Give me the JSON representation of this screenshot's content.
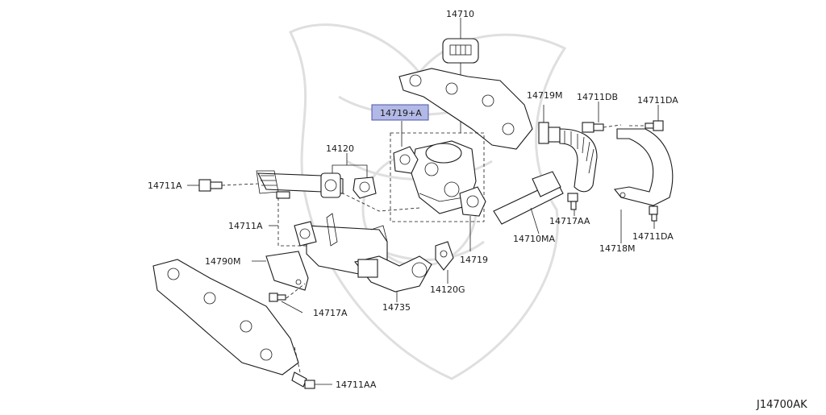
{
  "diagram": {
    "code": "J14700AK",
    "highlight_color": "#b3b9e6",
    "labels": {
      "p14710": "14710",
      "p14719a": "14719+A",
      "p14719m": "14719M",
      "p14711db": "14711DB",
      "p14711da_top": "14711DA",
      "p14120": "14120",
      "p14711a_left": "14711A",
      "p14711a_mid": "14711A",
      "p14717aa": "14717AA",
      "p14710ma": "14710MA",
      "p14711da_bot": "14711DA",
      "p14718m": "14718M",
      "p14790m": "14790M",
      "p14719": "14719",
      "p14120g": "14120G",
      "p14735": "14735",
      "p14717a": "14717A",
      "p14711aa": "14711AA"
    }
  }
}
